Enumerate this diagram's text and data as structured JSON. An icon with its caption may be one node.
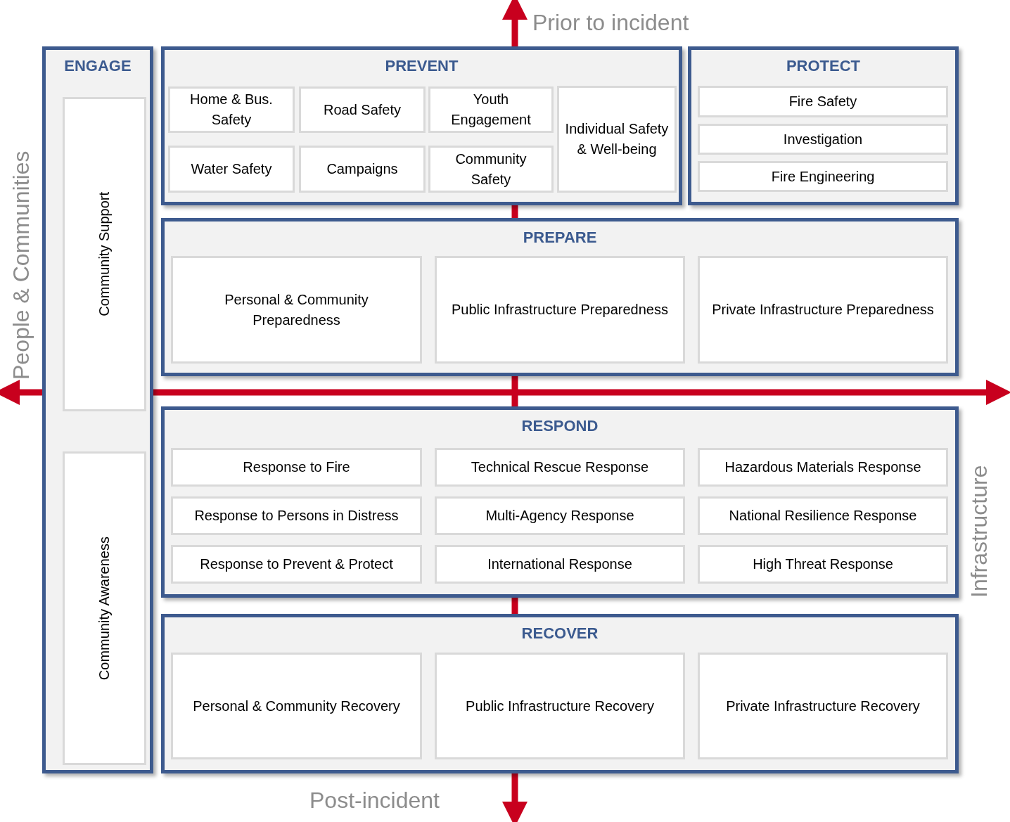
{
  "diagram": {
    "nodes": [
      {
        "text": [
          "ENGAGE"
        ]
      },
      {
        "text": [
          "Community Support"
        ],
        "in": 0
      },
      {
        "text": [
          "Community Awareness"
        ],
        "in": 0
      },
      {
        "text": [
          "PREVENT"
        ]
      },
      {
        "text": [
          "Home & Bus. Safety"
        ],
        "in": 3
      },
      {
        "text": [
          "Road Safety"
        ],
        "in": 3
      },
      {
        "text": [
          "Youth Engagement"
        ],
        "in": 3
      },
      {
        "text": [
          "Individual Safety & Well-being"
        ],
        "in": 3
      },
      {
        "text": [
          "Water Safety"
        ],
        "in": 3
      },
      {
        "text": [
          "Campaigns"
        ],
        "in": 3
      },
      {
        "text": [
          "Community Safety"
        ],
        "in": 3
      },
      {
        "text": [
          "PROTECT"
        ]
      },
      {
        "text": [
          "Fire Safety"
        ],
        "in": 11
      },
      {
        "text": [
          "Investigation"
        ],
        "in": 11
      },
      {
        "text": [
          "Fire Engineering"
        ],
        "in": 11
      },
      {
        "text": [
          "PREPARE"
        ]
      },
      {
        "text": [
          "Personal & Community Preparedness"
        ],
        "in": 15
      },
      {
        "text": [
          "Public Infrastructure Preparedness"
        ],
        "in": 15
      },
      {
        "text": [
          "Private Infrastructure Preparedness"
        ],
        "in": 15
      },
      {
        "text": [
          "RESPOND"
        ]
      },
      {
        "text": [
          "Response to Fire"
        ],
        "in": 19
      },
      {
        "text": [
          "Technical Rescue Response"
        ],
        "in": 19
      },
      {
        "text": [
          "Hazardous Materials Response"
        ],
        "in": 19
      },
      {
        "text": [
          "Response to Persons in Distress"
        ],
        "in": 19
      },
      {
        "text": [
          "Multi-Agency Response"
        ],
        "in": 19
      },
      {
        "text": [
          "National Resilience Response"
        ],
        "in": 19
      },
      {
        "text": [
          "Response to Prevent & Protect"
        ],
        "in": 19
      },
      {
        "text": [
          "International Response"
        ],
        "in": 19
      },
      {
        "text": [
          "High Threat Response"
        ],
        "in": 19
      },
      {
        "text": [
          "RECOVER"
        ]
      },
      {
        "text": [
          "Personal & Community Recovery"
        ],
        "in": 29
      },
      {
        "text": [
          "Public Infrastructure Recovery"
        ],
        "in": 29
      },
      {
        "text": [
          "Private Infrastructure Recovery"
        ],
        "in": 29
      }
    ],
    "labels": [
      "Prior to incident",
      "People & Communities",
      "Infrastructure",
      "Post-incident"
    ]
  }
}
